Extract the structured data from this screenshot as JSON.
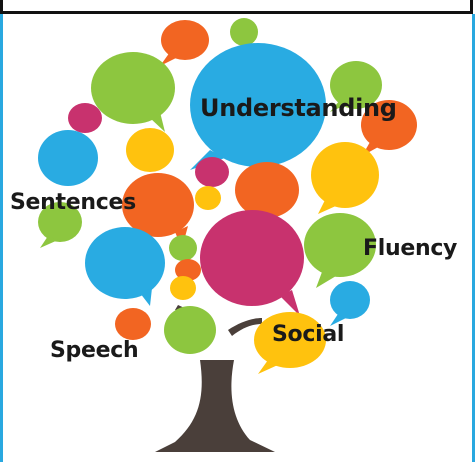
{
  "labels": {
    "understanding": "Understanding",
    "sentences": "Sentences",
    "fluency": "Fluency",
    "speech": "Speech",
    "social": "Social"
  },
  "colors": {
    "green": "#8dc63f",
    "blue": "#29abe2",
    "orange": "#f26522",
    "yellow": "#ffc20e",
    "magenta": "#c8326e",
    "trunk": "#4a3f3a",
    "frame": "#29a8e0"
  }
}
